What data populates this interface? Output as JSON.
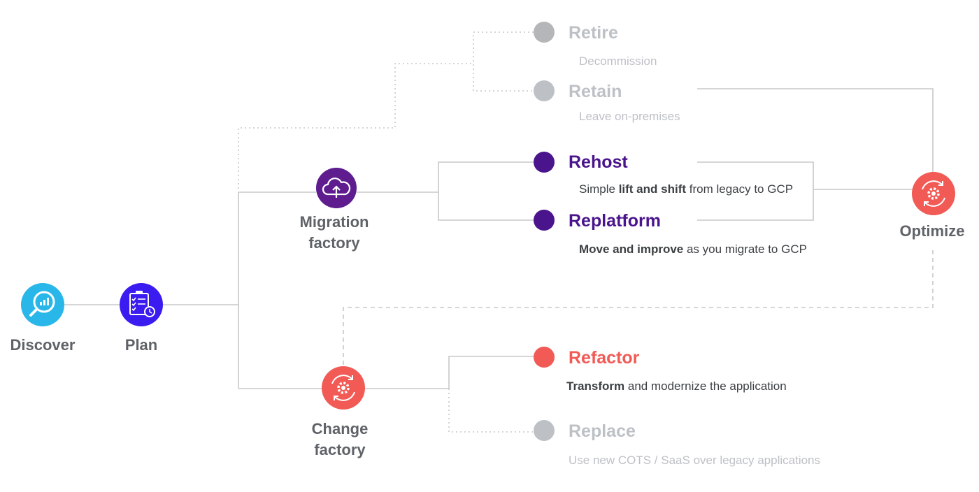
{
  "stages": {
    "discover": {
      "label": "Discover",
      "icon": "magnifier-chart-icon",
      "color": "#29b6e8"
    },
    "plan": {
      "label": "Plan",
      "icon": "checklist-clock-icon",
      "color": "#3b1cf0"
    },
    "migration_factory": {
      "line1": "Migration",
      "line2": "factory",
      "icon": "cloud-upload-icon",
      "color": "#5e1c8f"
    },
    "change_factory": {
      "line1": "Change",
      "line2": "factory",
      "icon": "gear-cycle-icon",
      "color": "#f25a55"
    },
    "optimize": {
      "label": "Optimize",
      "icon": "gear-cycle-icon",
      "color": "#f25a55"
    }
  },
  "options": {
    "retire": {
      "title": "Retire",
      "desc": "Decommission"
    },
    "retain": {
      "title": "Retain",
      "desc": "Leave on-premises"
    },
    "rehost": {
      "title": "Rehost",
      "desc_pre": "Simple ",
      "desc_bold": "lift and shift",
      "desc_post": " from legacy to GCP"
    },
    "replatform": {
      "title": "Replatform",
      "desc_bold": "Move and improve",
      "desc_post": " as you migrate to GCP"
    },
    "refactor": {
      "title": "Refactor",
      "desc_bold": "Transform",
      "desc_post": " and modernize the application"
    },
    "replace": {
      "title": "Replace",
      "desc": "Use new COTS / SaaS over legacy applications"
    }
  },
  "colors": {
    "gray_dot": "#bdc1c6",
    "retire_dot": "#b4b6b9",
    "purple": "#4a148c",
    "red": "#f25a55",
    "line": "#c8c8c8"
  }
}
